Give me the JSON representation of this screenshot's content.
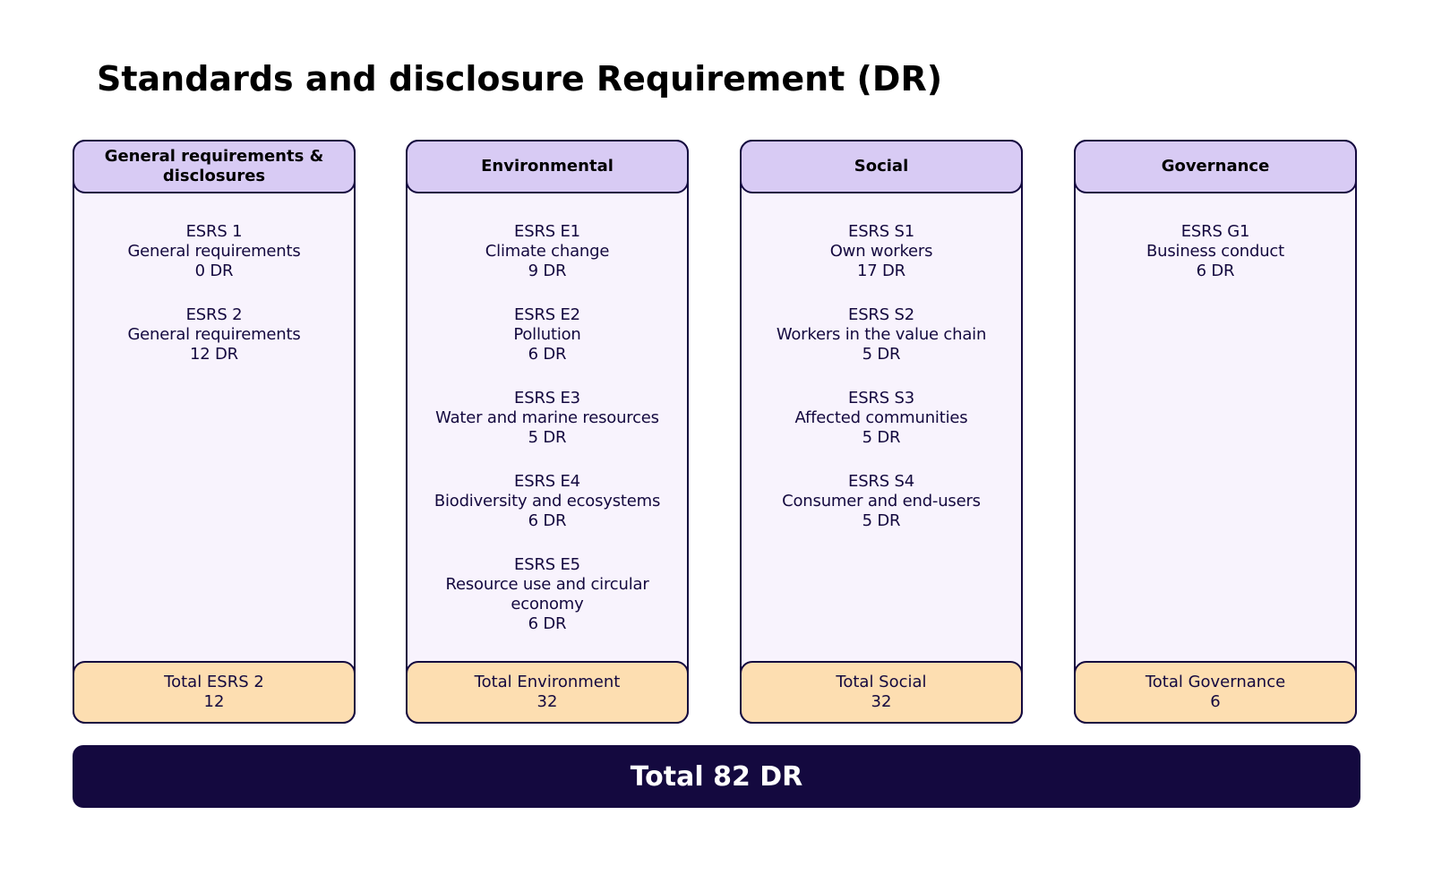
{
  "title": "Standards and disclosure Requirement (DR)",
  "columns": [
    {
      "header": "General requirements & disclosures",
      "standards": [
        {
          "code": "ESRS 1",
          "name": "General requirements",
          "count": "0 DR"
        },
        {
          "code": "ESRS 2",
          "name": "General requirements",
          "count": "12 DR"
        }
      ],
      "total_label": "Total ESRS 2",
      "total_value": "12"
    },
    {
      "header": "Environmental",
      "standards": [
        {
          "code": "ESRS E1",
          "name": "Climate change",
          "count": "9 DR"
        },
        {
          "code": "ESRS E2",
          "name": "Pollution",
          "count": "6 DR"
        },
        {
          "code": "ESRS E3",
          "name": "Water and marine resources",
          "count": "5 DR"
        },
        {
          "code": "ESRS E4",
          "name": "Biodiversity and ecosystems",
          "count": "6 DR"
        },
        {
          "code": "ESRS E5",
          "name": "Resource use and circular economy",
          "count": "6 DR"
        }
      ],
      "total_label": "Total Environment",
      "total_value": "32"
    },
    {
      "header": "Social",
      "standards": [
        {
          "code": "ESRS S1",
          "name": "Own workers",
          "count": "17 DR"
        },
        {
          "code": "ESRS S2",
          "name": "Workers in the value chain",
          "count": "5 DR"
        },
        {
          "code": "ESRS S3",
          "name": "Affected communities",
          "count": "5 DR"
        },
        {
          "code": "ESRS S4",
          "name": "Consumer and end-users",
          "count": "5 DR"
        }
      ],
      "total_label": "Total Social",
      "total_value": "32"
    },
    {
      "header": "Governance",
      "standards": [
        {
          "code": "ESRS G1",
          "name": "Business conduct",
          "count": "6 DR"
        }
      ],
      "total_label": "Total Governance",
      "total_value": "6"
    }
  ],
  "grand_total": "Total 82 DR",
  "colors": {
    "navy": "#14093f",
    "header_fill": "#d8cbf4",
    "body_fill": "#f8f3fd",
    "footer_fill": "#fddeb1"
  }
}
